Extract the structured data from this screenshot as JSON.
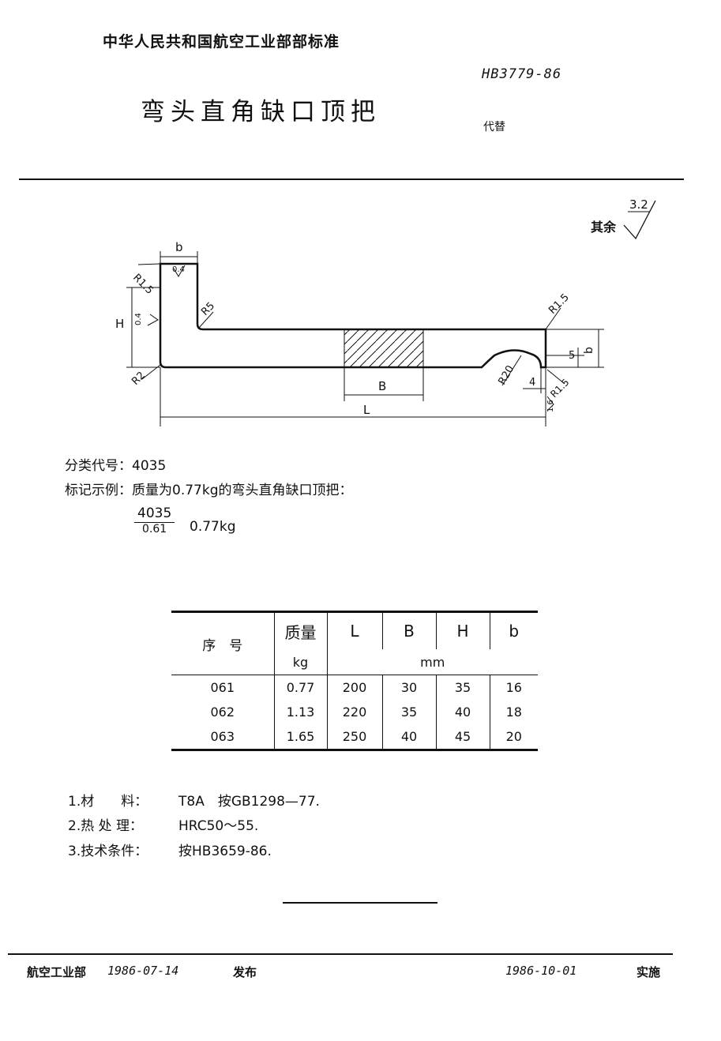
{
  "header": {
    "org": "中华人民共和国航空工业部部标准",
    "standard_no": "HB3779-86",
    "title": "弯头直角缺口顶把",
    "replaces": "代替"
  },
  "drawing": {
    "roughness_other_label": "其余",
    "roughness_other_value": "3.2",
    "labels": {
      "b_top": "b",
      "r_top_left": "R1.5",
      "rough_top": "0.4",
      "h_left": "H",
      "rough_left": "0.4",
      "r_inner": "R5",
      "r_bottom_left": "R2",
      "r_right_top": "R1.5",
      "b_right": "b",
      "five": "5",
      "r20": "R20",
      "four": "4",
      "r_notch": "R1.5",
      "rough_notch": "1.6",
      "b_width": "B",
      "l_length": "L"
    }
  },
  "info": {
    "classification": "分类代号：4035",
    "marking": "标记示例：质量为0.77kg的弯头直角缺口顶把：",
    "marking_num": "4035",
    "marking_den": "0.61",
    "marking_mass": "0.77kg"
  },
  "table": {
    "h_serial": "序　号",
    "h_mass": "质量",
    "h_mass_unit": "kg",
    "h_L": "L",
    "h_B": "B",
    "h_H": "H",
    "h_b": "b",
    "h_mm": "mm",
    "rows": [
      {
        "serial": "061",
        "mass": "0.77",
        "L": "200",
        "B": "30",
        "H": "35",
        "b": "16"
      },
      {
        "serial": "062",
        "mass": "1.13",
        "L": "220",
        "B": "35",
        "H": "40",
        "b": "18"
      },
      {
        "serial": "063",
        "mass": "1.65",
        "L": "250",
        "B": "40",
        "H": "45",
        "b": "20"
      }
    ]
  },
  "notes": [
    {
      "label": "1.材　　料：",
      "value": "T8A　按GB1298—77."
    },
    {
      "label": "2.热 处 理：",
      "value": "HRC50～55."
    },
    {
      "label": "3.技术条件：",
      "value": "按HB3659-86."
    }
  ],
  "footer": {
    "issuer": "航空工业部",
    "issue_date": "1986-07-14",
    "issue_word": "发布",
    "impl_date": "1986-10-01",
    "impl_word": "实施"
  }
}
